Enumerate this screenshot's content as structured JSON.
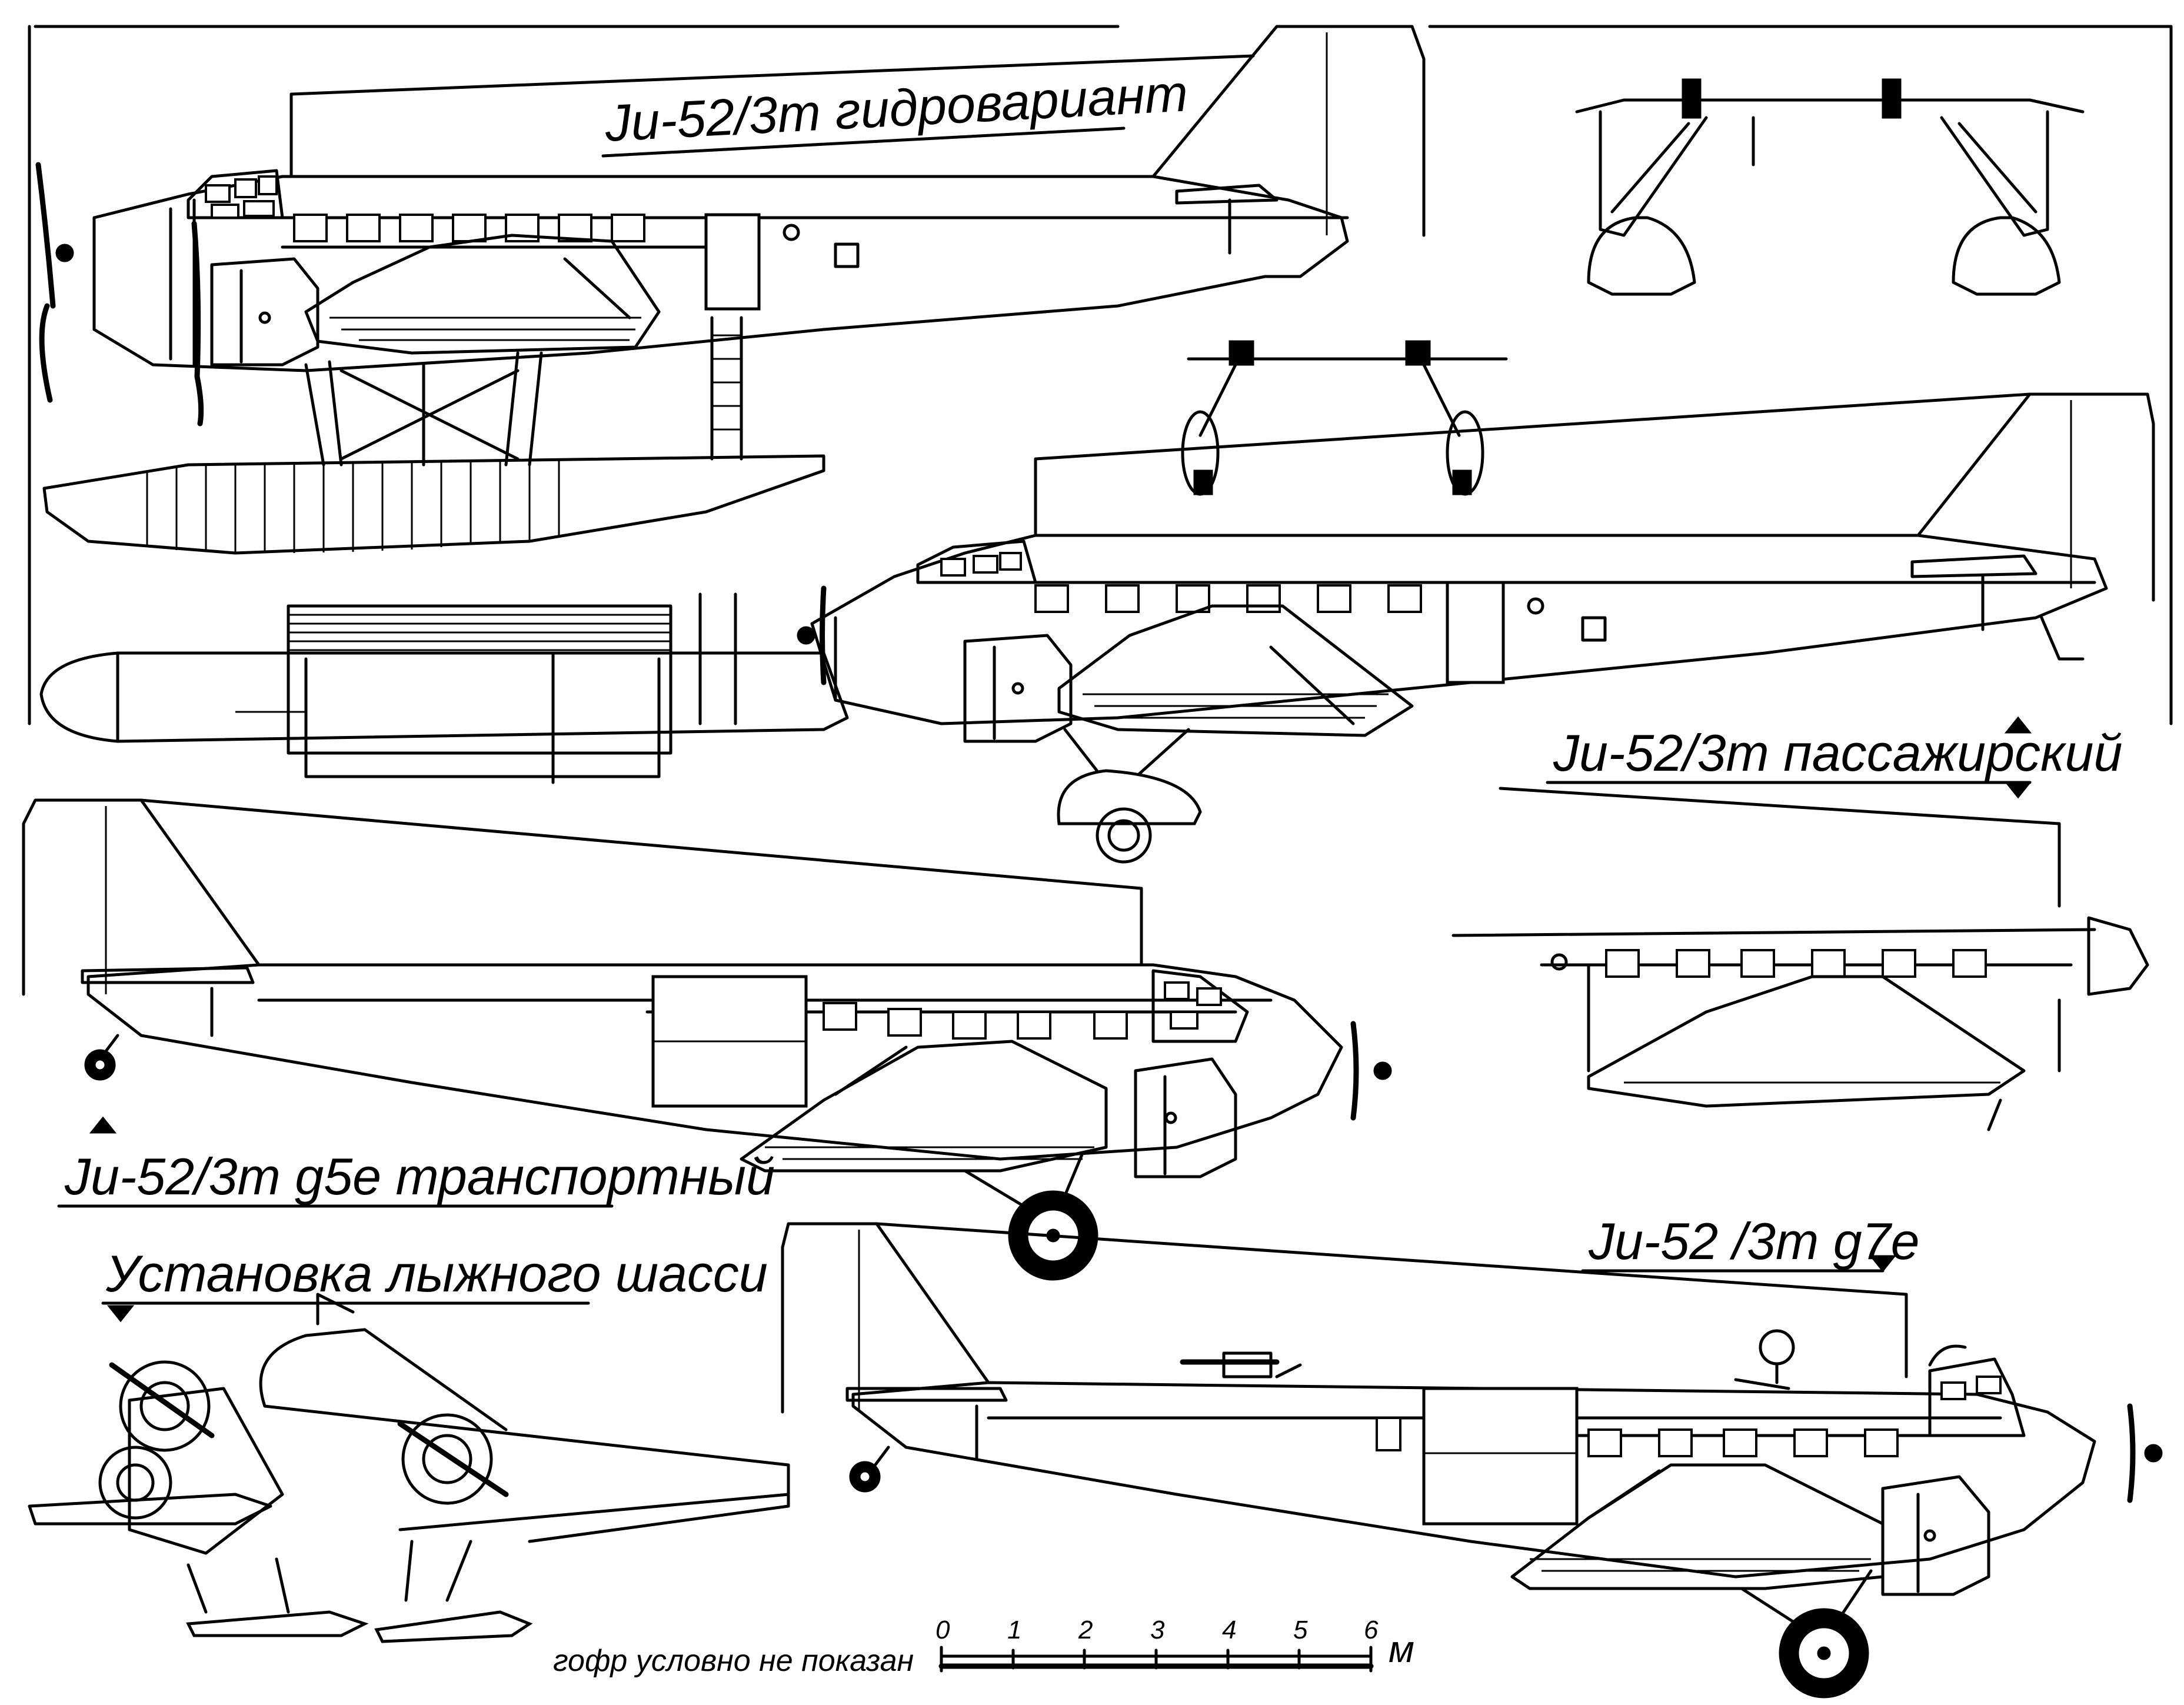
{
  "labels": {
    "seaplane": "Ju-52/3m гидровариант",
    "passenger": "Ju-52/3m пассажирский",
    "transport": "Ju-52/3m g5e транспортный",
    "ski": "Установка лыжного шасси",
    "g7e": "Ju-52 /3m g7e",
    "note": "гофр условно не показан"
  },
  "scale": {
    "ticks": [
      "0",
      "1",
      "2",
      "3",
      "4",
      "5",
      "6"
    ],
    "unit": "м"
  }
}
